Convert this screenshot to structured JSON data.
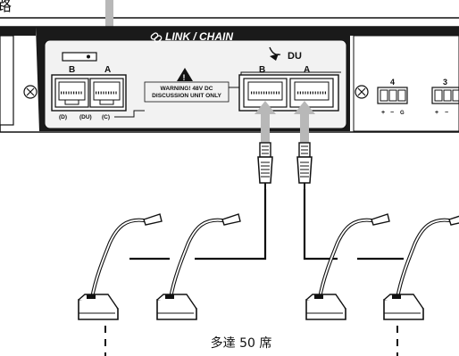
{
  "top_partial_text": "路",
  "panel": {
    "header_label": "LINK / CHAIN",
    "left_port_group": {
      "port_labels": [
        "B",
        "A"
      ],
      "port_sublabels": [
        "(D)",
        "(DU)",
        "(C)"
      ]
    },
    "warning_line1": "WARNING! 48V DC",
    "warning_line2": "DISCUSSION UNIT ONLY",
    "du_label": "DU",
    "right_port_group": {
      "port_labels": [
        "B",
        "A"
      ]
    },
    "terminal_numbers": [
      "4",
      "3"
    ],
    "terminal_signs": [
      "+",
      "−",
      "G",
      "+",
      "−"
    ]
  },
  "caption": "多達 50 席",
  "colors": {
    "panel_dark": "#1a1a1a",
    "panel_face": "#f2f2f2",
    "arrow_gray": "#b8b8b8",
    "line": "#111111"
  },
  "icons": [
    "chain-link-icon",
    "warning-triangle-icon",
    "du-arrow-icon",
    "screw-icon",
    "microphone-icon",
    "rj45-connector-icon"
  ]
}
